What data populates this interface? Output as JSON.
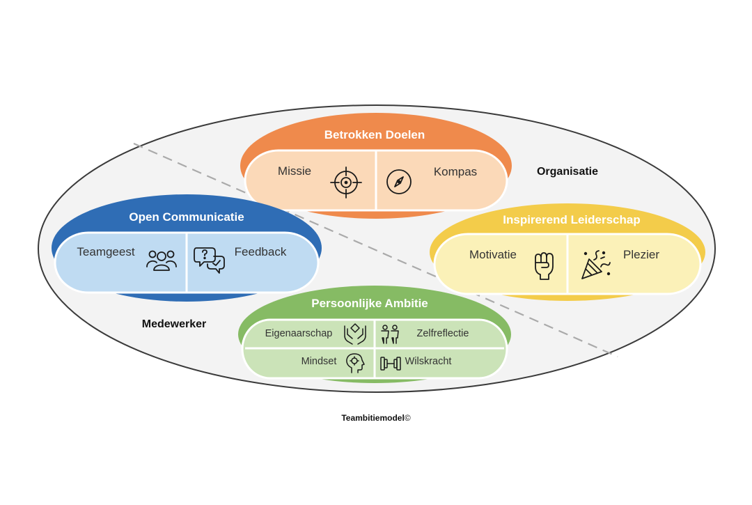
{
  "model": {
    "organisatie_label": "Organisatie",
    "medewerker_label": "Medewerker",
    "caption": "Teambitiemodel",
    "caption_symbol": "©"
  },
  "clusters": {
    "betrokken_doelen": {
      "title": "Betrokken Doelen",
      "color": "#ef8a4c",
      "fill": "#fbd9b8",
      "items": [
        {
          "label": "Missie",
          "icon": "target-icon"
        },
        {
          "label": "Kompas",
          "icon": "compass-icon"
        }
      ]
    },
    "open_communicatie": {
      "title": "Open Communicatie",
      "color": "#2f6db5",
      "fill": "#bfdbf2",
      "items": [
        {
          "label": "Teamgeest",
          "icon": "team-icon"
        },
        {
          "label": "Feedback",
          "icon": "feedback-chat-icon"
        }
      ]
    },
    "inspirerend_leiderschap": {
      "title": "Inspirerend Leiderschap",
      "color": "#f3cc4a",
      "fill": "#fbf1b8",
      "items": [
        {
          "label": "Motivatie",
          "icon": "fist-icon"
        },
        {
          "label": "Plezier",
          "icon": "party-popper-icon"
        }
      ]
    },
    "persoonlijke_ambitie": {
      "title": "Persoonlijke Ambitie",
      "color": "#86bb64",
      "fill": "#cbe3b8",
      "items": [
        {
          "label": "Eigenaarschap",
          "icon": "hands-heart-icon"
        },
        {
          "label": "Zelfreflectie",
          "icon": "mirror-people-icon"
        },
        {
          "label": "Mindset",
          "icon": "head-gear-icon"
        },
        {
          "label": "Wilskracht",
          "icon": "dumbbell-icon"
        }
      ]
    }
  }
}
